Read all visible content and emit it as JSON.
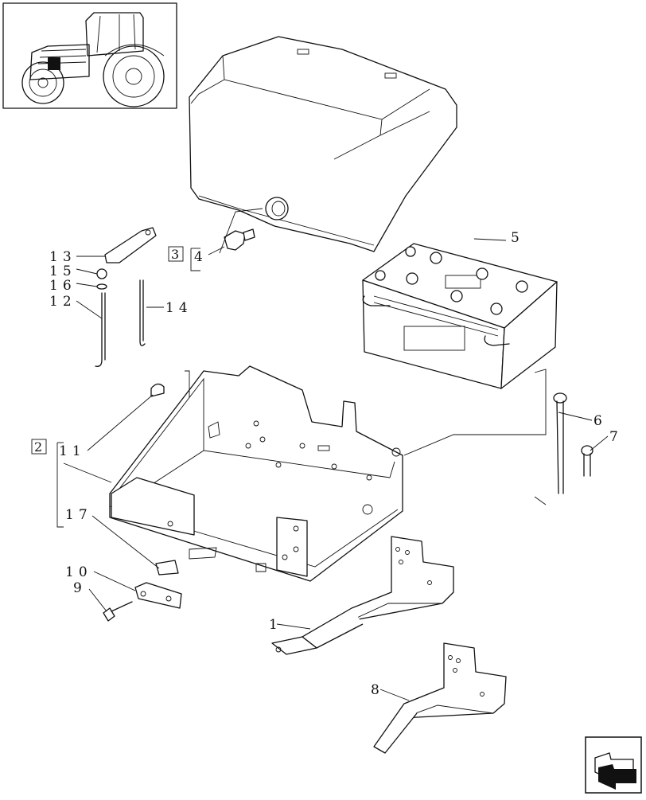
{
  "labels": {
    "p1": "1",
    "p2": "2",
    "p3": "3",
    "p4": "4",
    "p5": "5",
    "p6": "6",
    "p7": "7",
    "p8": "8",
    "p9": "9",
    "p10": "10",
    "p11": "11",
    "p12": "12",
    "p13": "13",
    "p14": "14",
    "p15": "15",
    "p16": "16",
    "p17": "17"
  },
  "nav": {
    "icon": "next-page-arrow-icon"
  }
}
